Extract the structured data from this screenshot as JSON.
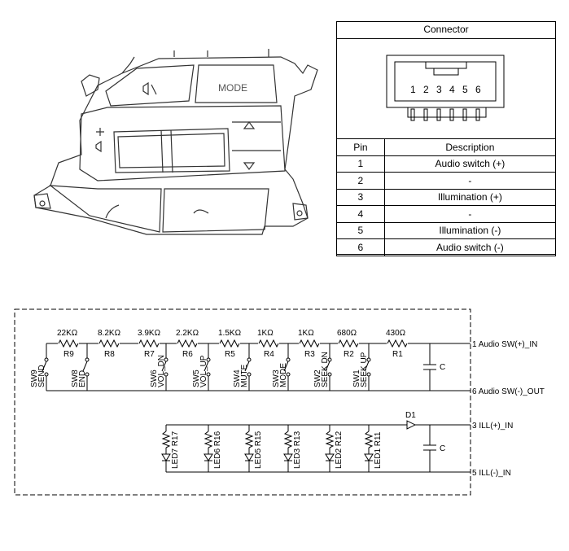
{
  "connector": {
    "title": "Connector",
    "pin_numbers": [
      "1",
      "2",
      "3",
      "4",
      "5",
      "6"
    ],
    "table_headers": {
      "pin": "Pin",
      "description": "Description"
    },
    "rows": [
      {
        "pin": "1",
        "description": "Audio switch (+)"
      },
      {
        "pin": "2",
        "description": "-"
      },
      {
        "pin": "3",
        "description": "Illumination (+)"
      },
      {
        "pin": "4",
        "description": "-"
      },
      {
        "pin": "5",
        "description": "Illumination (-)"
      },
      {
        "pin": "6",
        "description": "Audio switch (-)"
      }
    ]
  },
  "device": {
    "mode_label": "MODE"
  },
  "schematic": {
    "resistors_top": [
      {
        "value": "22KΩ",
        "name": "R9"
      },
      {
        "value": "8.2KΩ",
        "name": "R8"
      },
      {
        "value": "3.9KΩ",
        "name": "R7"
      },
      {
        "value": "2.2KΩ",
        "name": "R6"
      },
      {
        "value": "1.5KΩ",
        "name": "R5"
      },
      {
        "value": "1KΩ",
        "name": "R4"
      },
      {
        "value": "1KΩ",
        "name": "R3"
      },
      {
        "value": "680Ω",
        "name": "R2"
      },
      {
        "value": "430Ω",
        "name": "R1"
      }
    ],
    "switches": [
      {
        "name": "SW9",
        "function": "SEND"
      },
      {
        "name": "SW8",
        "function": "END"
      },
      {
        "name": "SW6",
        "function": "VOL_DN"
      },
      {
        "name": "SW5",
        "function": "VOL_UP"
      },
      {
        "name": "SW4",
        "function": "MUTE"
      },
      {
        "name": "SW3",
        "function": "MODE"
      },
      {
        "name": "SW2",
        "function": "SEEK DN"
      },
      {
        "name": "SW1",
        "function": "SEEK UP"
      }
    ],
    "capacitor_label": "C",
    "diode_label": "D1",
    "leds": [
      {
        "led": "LED7",
        "res": "R17"
      },
      {
        "led": "LED6",
        "res": "R16"
      },
      {
        "led": "LED5",
        "res": "R15"
      },
      {
        "led": "LED3",
        "res": "R13"
      },
      {
        "led": "LED2",
        "res": "R12"
      },
      {
        "led": "LED1",
        "res": "R11"
      }
    ],
    "terminals": [
      {
        "pin": "1",
        "label": "Audio SW(+)_IN"
      },
      {
        "pin": "6",
        "label": "Audio SW(-)_OUT"
      },
      {
        "pin": "3",
        "label": "ILL(+)_IN"
      },
      {
        "pin": "5",
        "label": "ILL(-)_IN"
      }
    ]
  }
}
